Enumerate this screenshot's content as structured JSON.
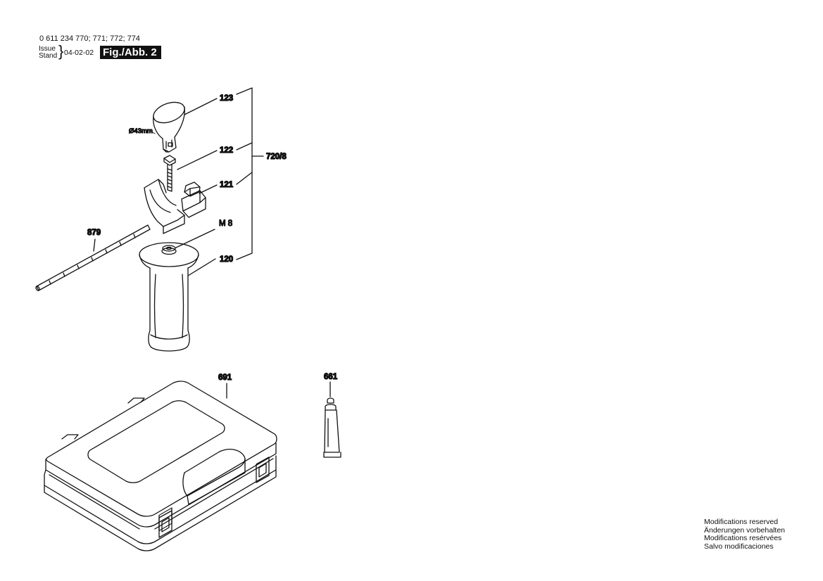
{
  "header": {
    "part_numbers": "0 611 234 770; 771; 772; 774",
    "issue_label": "Issue",
    "stand_label": "Stand",
    "brace": "}",
    "date": "04-02-02",
    "figure_label": "Fig./Abb. 2"
  },
  "callouts": {
    "c123": "123",
    "c122": "122",
    "c121": "121",
    "cM8": "M 8",
    "c120": "120",
    "c879": "879",
    "c720_8": "720/8",
    "c691": "691",
    "c661": "661",
    "diameter": "Ø43mm"
  },
  "footer": {
    "lines": [
      "Modifications reserved",
      "Änderungen vorbehalten",
      "Modifications resérvées",
      "Salvo modificaciones"
    ]
  }
}
